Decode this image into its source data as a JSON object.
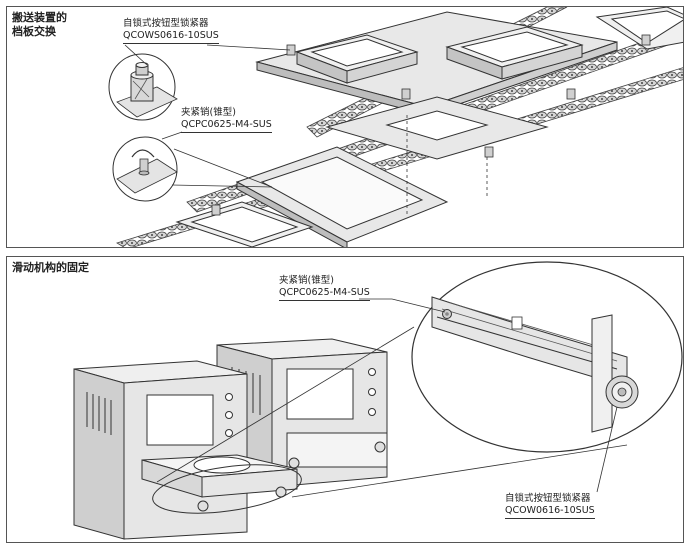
{
  "top_panel": {
    "title_line1": "搬送装置的",
    "title_line2": "档板交换",
    "callout_lock": {
      "name": "自锁式按钮型锁紧器",
      "code": "QCOWS0616-10SUS"
    },
    "callout_pin": {
      "name": "夹紧销(锥型)",
      "code": "QCPC0625-M4-SUS"
    }
  },
  "bottom_panel": {
    "title": "滑动机构的固定",
    "callout_pin": {
      "name": "夹紧销(锥型)",
      "code": "QCPC0625-M4-SUS"
    },
    "callout_lock": {
      "name": "自锁式按钮型锁紧器",
      "code": "QCOW0616-10SUS"
    }
  },
  "colors": {
    "line": "#333333",
    "metal": "#e4e4e4",
    "metal_dark": "#b9b9b9",
    "panel_border": "#555555"
  }
}
